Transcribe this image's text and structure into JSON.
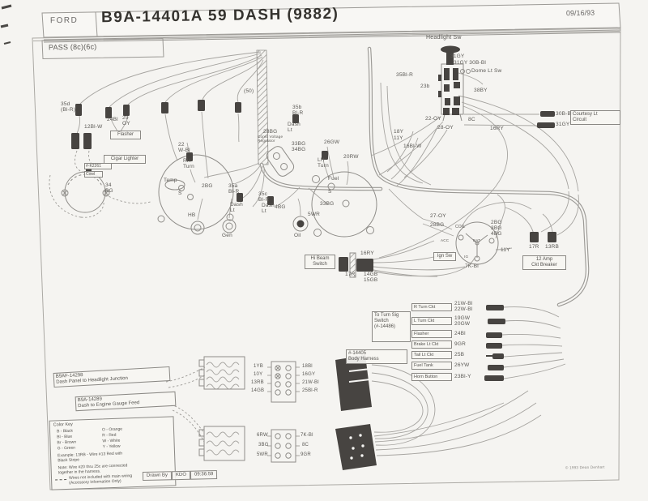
{
  "header": {
    "brand": "FORD",
    "title": "B9A-14401A  59 DASH  (9882)",
    "date": "09/16/93",
    "pass_label": "PASS (8c)(6c)"
  },
  "boxes": {
    "flasher": "Flasher",
    "cigar_lighter": "Cigar Lighter",
    "k2261": "#-K2261",
    "cowl": "Cowl",
    "courtesy": "Courtesy Lt\nCircuit",
    "ign_sw": "Ign Sw",
    "breaker": "12 Amp\nCkt Breaker",
    "hi_beam": "Hi Beam\nSwitch",
    "turn_sig_title": "To Turn Sig\nSwitch\n(#-14486)",
    "body_harness": "#-14405\nBody Harness",
    "b9af_14298": "B9AF-14298\nDash Panel to Headlight Junction",
    "b9a_14289": "B9A-14289\nDash to Engine Gauge Feed"
  },
  "components": {
    "headlight_sw": "Headlight Sw",
    "dome_lt_sw": "Dome Lt Sw",
    "temp": "Temp",
    "temp_s": "S",
    "fuel": "Fuel",
    "fuel_s": "S",
    "hb": "HB",
    "gen": "Gen",
    "oil": "Oil",
    "rh_turn": "RH\nTurn",
    "lh_turn": "LH\nTurn",
    "cvr": "Const Voltage\nRegulator",
    "coil": "COIL",
    "acc": "ACC",
    "bat": "BAT",
    "ig": "IG"
  },
  "wires": {
    "w31gy_a": "31GY",
    "w31gy_b": "31GY 30B-Bl",
    "w35bl_r": "35Bl-R",
    "w23b": "23b",
    "w38by": "38BY",
    "w8c": "8C",
    "w22oy": "22-OY",
    "w28oy": "28-OY",
    "w18y": "18Y",
    "w11y_hl": "11Y",
    "w16blw": "16Bl-W",
    "w16ry_hl": "16RY",
    "w30bbl": "30B-Bl",
    "w31gy_c": "31GY",
    "w35d": "35d\n(Bl-R)",
    "w24bl": "24Bl",
    "w29oy": "29\nOY",
    "w12blw": "12Bl-W",
    "w22wbl": "22\nW-Bl",
    "w50": "(50)",
    "w34bg": "34\nBG",
    "w2bg": "2BG",
    "w35a": "35a\nBl-R",
    "dash_lt_a": "Dash\nLt",
    "w35c": "35c\nBl-R",
    "dash_lt_c": "Dash\nLt",
    "w35b": "35b\nBl-R",
    "dash_lt_b": "Dash\nLt",
    "w28bg_a": "28BG",
    "w33bg34bg": "33BG\n34BG",
    "w26gw": "26GW",
    "w20rw": "20RW",
    "w33bg": "33BG",
    "w4bg": "4BG",
    "w5wr": "5WR",
    "w27oy": "27-OY",
    "w28bg_b": "28BG",
    "w2bg3bg4bg": "2BG\n3BG\n4BG",
    "w11y_ign": "11Y",
    "w7kbl": "7K-Bl",
    "w17r_a": "17R",
    "w13rb": "13RB",
    "w16ry_hb": "16RY",
    "w17r_b": "17R",
    "w14gb15gb": "14GB\n15GB"
  },
  "turn_sig": {
    "rows": [
      {
        "name": "R Turn Ckt",
        "wires": "21W-Bl\n22W-Bl"
      },
      {
        "name": "L Turn Ckt",
        "wires": "19GW\n20GW"
      },
      {
        "name": "Flasher",
        "wires": "24Bl"
      },
      {
        "name": "Brake Lt Ckt",
        "wires": "9GR"
      },
      {
        "name": "Tail Lt Ckt",
        "wires": "25B"
      },
      {
        "name": "Fuel Tank",
        "wires": "26YW"
      },
      {
        "name": "Horn Button",
        "wires": "23Bl-Y"
      }
    ]
  },
  "connector_a": {
    "left": [
      "1YB",
      "10Y",
      "13RB",
      "14GB"
    ],
    "right": [
      "18Bl",
      "16GY",
      "21W-Bl",
      "25Bl-R"
    ]
  },
  "connector_b": {
    "left": [
      "6RW",
      "3BG",
      "5WR"
    ],
    "right": [
      "7K-Bl",
      "8C",
      "9GR"
    ]
  },
  "color_key": {
    "title": "Color Key",
    "left": [
      "B - Black",
      "Bl - Blue",
      "Br - Brown",
      "G - Green"
    ],
    "right": [
      "O - Orange",
      "R - Red",
      "W - White",
      "Y - Yellow"
    ],
    "example": "Example: 13RB - Wire #13 Red with\n              Black Stripe",
    "note": "Note:  Wire #20 thru 25c are connected\n          together in the harness.",
    "dash_note": "Wires not included with main wiring\n(Accessory Information Only)"
  },
  "footer": {
    "drawn_by_label": "Drawn By",
    "drawn_by_value": "KDO",
    "time_value": "09:36:59",
    "copyright": "© 1993 Dean Denhart"
  }
}
